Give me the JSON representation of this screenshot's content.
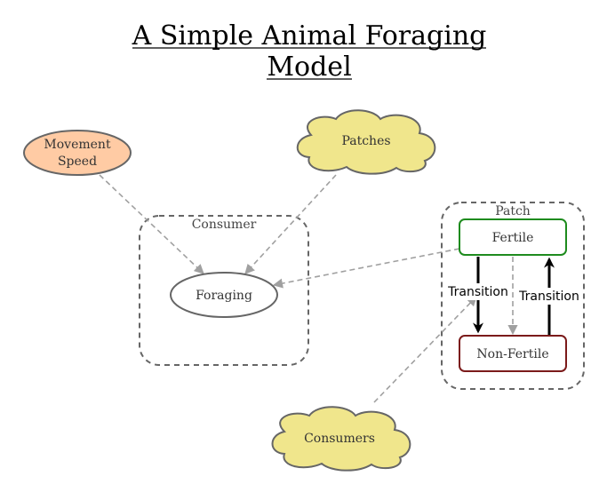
{
  "title": [
    "A Simple Animal Foraging",
    "Model"
  ],
  "colors": {
    "movement_fill": "#ffcba4",
    "cloud_fill": "#f0e68c",
    "fertile_border": "#1e8b1e",
    "nonfertile_border": "#7b1a1a",
    "dashed_arrow": "#a0a0a0",
    "group_border": "#666666"
  },
  "groups": {
    "consumer": "Consumer",
    "patch": "Patch"
  },
  "nodes": {
    "movement_speed": [
      "Movement",
      "Speed"
    ],
    "patches": "Patches",
    "foraging": "Foraging",
    "fertile": "Fertile",
    "non_fertile": "Non-Fertile",
    "consumers": "Consumers"
  },
  "edges": {
    "transition_down": "Transition",
    "transition_up": "Transition"
  }
}
